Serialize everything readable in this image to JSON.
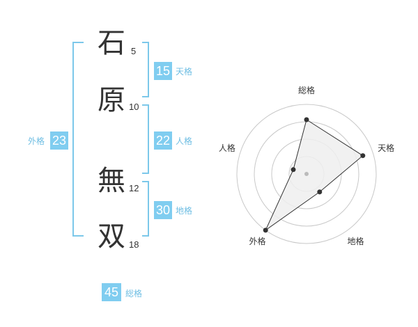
{
  "name": {
    "chars": [
      "石",
      "原",
      "無",
      "双"
    ],
    "strokes": [
      "5",
      "10",
      "12",
      "18"
    ]
  },
  "kakusu": {
    "tenkaku": {
      "value": "15",
      "label": "天格"
    },
    "jinkaku": {
      "value": "22",
      "label": "人格"
    },
    "chikaku": {
      "value": "30",
      "label": "地格"
    },
    "gaikaku": {
      "value": "23",
      "label": "外格"
    },
    "soukaku": {
      "value": "45",
      "label": "総格"
    }
  },
  "chart_data": {
    "type": "radar",
    "axes": [
      "総格",
      "天格",
      "地格",
      "外格",
      "人格"
    ],
    "values": [
      0.78,
      0.85,
      0.32,
      1.0,
      0.2
    ],
    "rings": 4,
    "colors": {
      "fill": "#efefef",
      "ring": "#c8c8c8",
      "line": "#333333",
      "point": "#333333",
      "center": "#bbbbbb"
    }
  }
}
